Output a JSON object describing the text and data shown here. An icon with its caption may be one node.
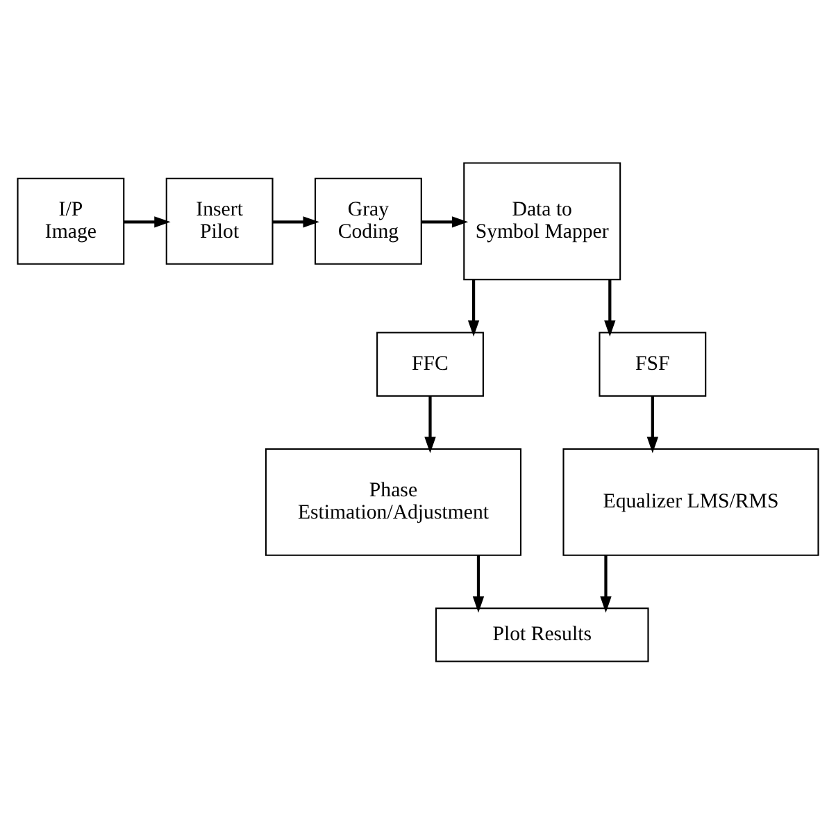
{
  "diagram": {
    "nodes": [
      {
        "text": [
          "I/P Image"
        ]
      },
      {
        "text": [
          "Insert Pilot"
        ]
      },
      {
        "text": [
          "Gray Coding"
        ]
      },
      {
        "text": [
          "Data to Symbol Mapper"
        ]
      },
      {
        "text": [
          "FFC"
        ]
      },
      {
        "text": [
          "FSF"
        ]
      },
      {
        "text": [
          "Phase Estimation/Adjustment"
        ]
      },
      {
        "text": [
          "Equalizer LMS/RMS"
        ]
      },
      {
        "text": [
          "Plot Results"
        ]
      }
    ],
    "edges": [
      {
        "from": 0,
        "to": 1,
        "arrow": "to"
      },
      {
        "from": 1,
        "to": 2,
        "arrow": "to"
      },
      {
        "from": 2,
        "to": 3,
        "arrow": "to"
      },
      {
        "from": 3,
        "to": 4,
        "arrow": "to"
      },
      {
        "from": 3,
        "to": 5,
        "arrow": "to"
      },
      {
        "from": 4,
        "to": 6,
        "arrow": "to"
      },
      {
        "from": 5,
        "to": 7,
        "arrow": "to"
      },
      {
        "from": 6,
        "to": 8,
        "arrow": "to"
      },
      {
        "from": 7,
        "to": 8,
        "arrow": "to"
      }
    ]
  }
}
